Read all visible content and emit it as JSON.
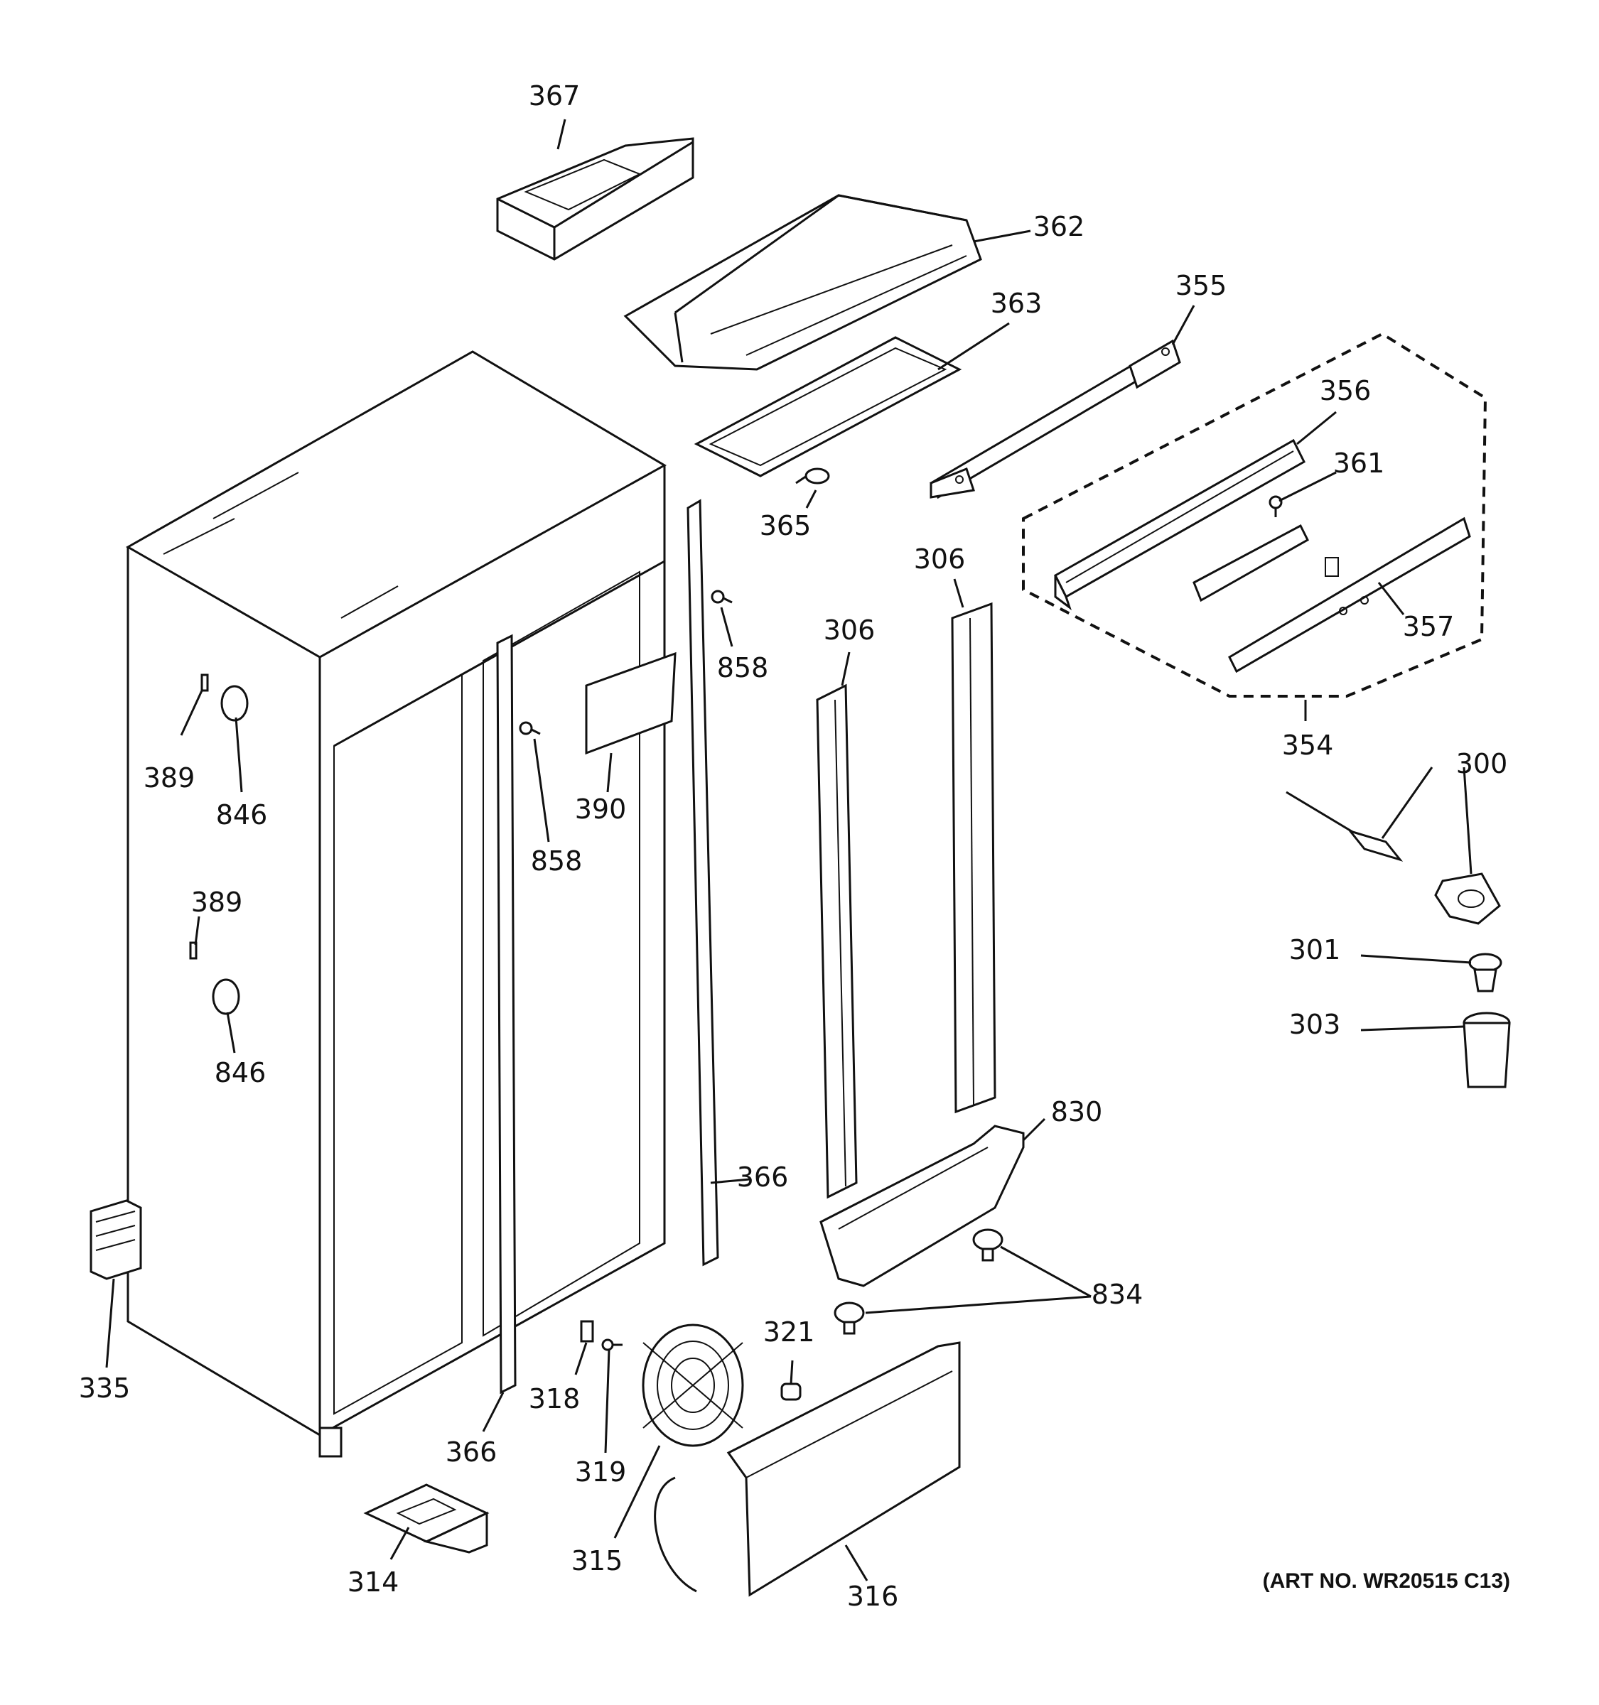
{
  "callouts": {
    "c367": "367",
    "c362": "362",
    "c363": "363",
    "c355": "355",
    "c356": "356",
    "c361": "361",
    "c365": "365",
    "c306a": "306",
    "c306b": "306",
    "c357": "357",
    "c354": "354",
    "c858a": "858",
    "c858b": "858",
    "c390": "390",
    "c389a": "389",
    "c389b": "389",
    "c846a": "846",
    "c846b": "846",
    "c300": "300",
    "c301": "301",
    "c303": "303",
    "c830": "830",
    "c366a": "366",
    "c366b": "366",
    "c834": "834",
    "c335": "335",
    "c318": "318",
    "c319": "319",
    "c321": "321",
    "c315": "315",
    "c314": "314",
    "c316": "316"
  },
  "art_number": "(ART NO. WR20515 C13)"
}
